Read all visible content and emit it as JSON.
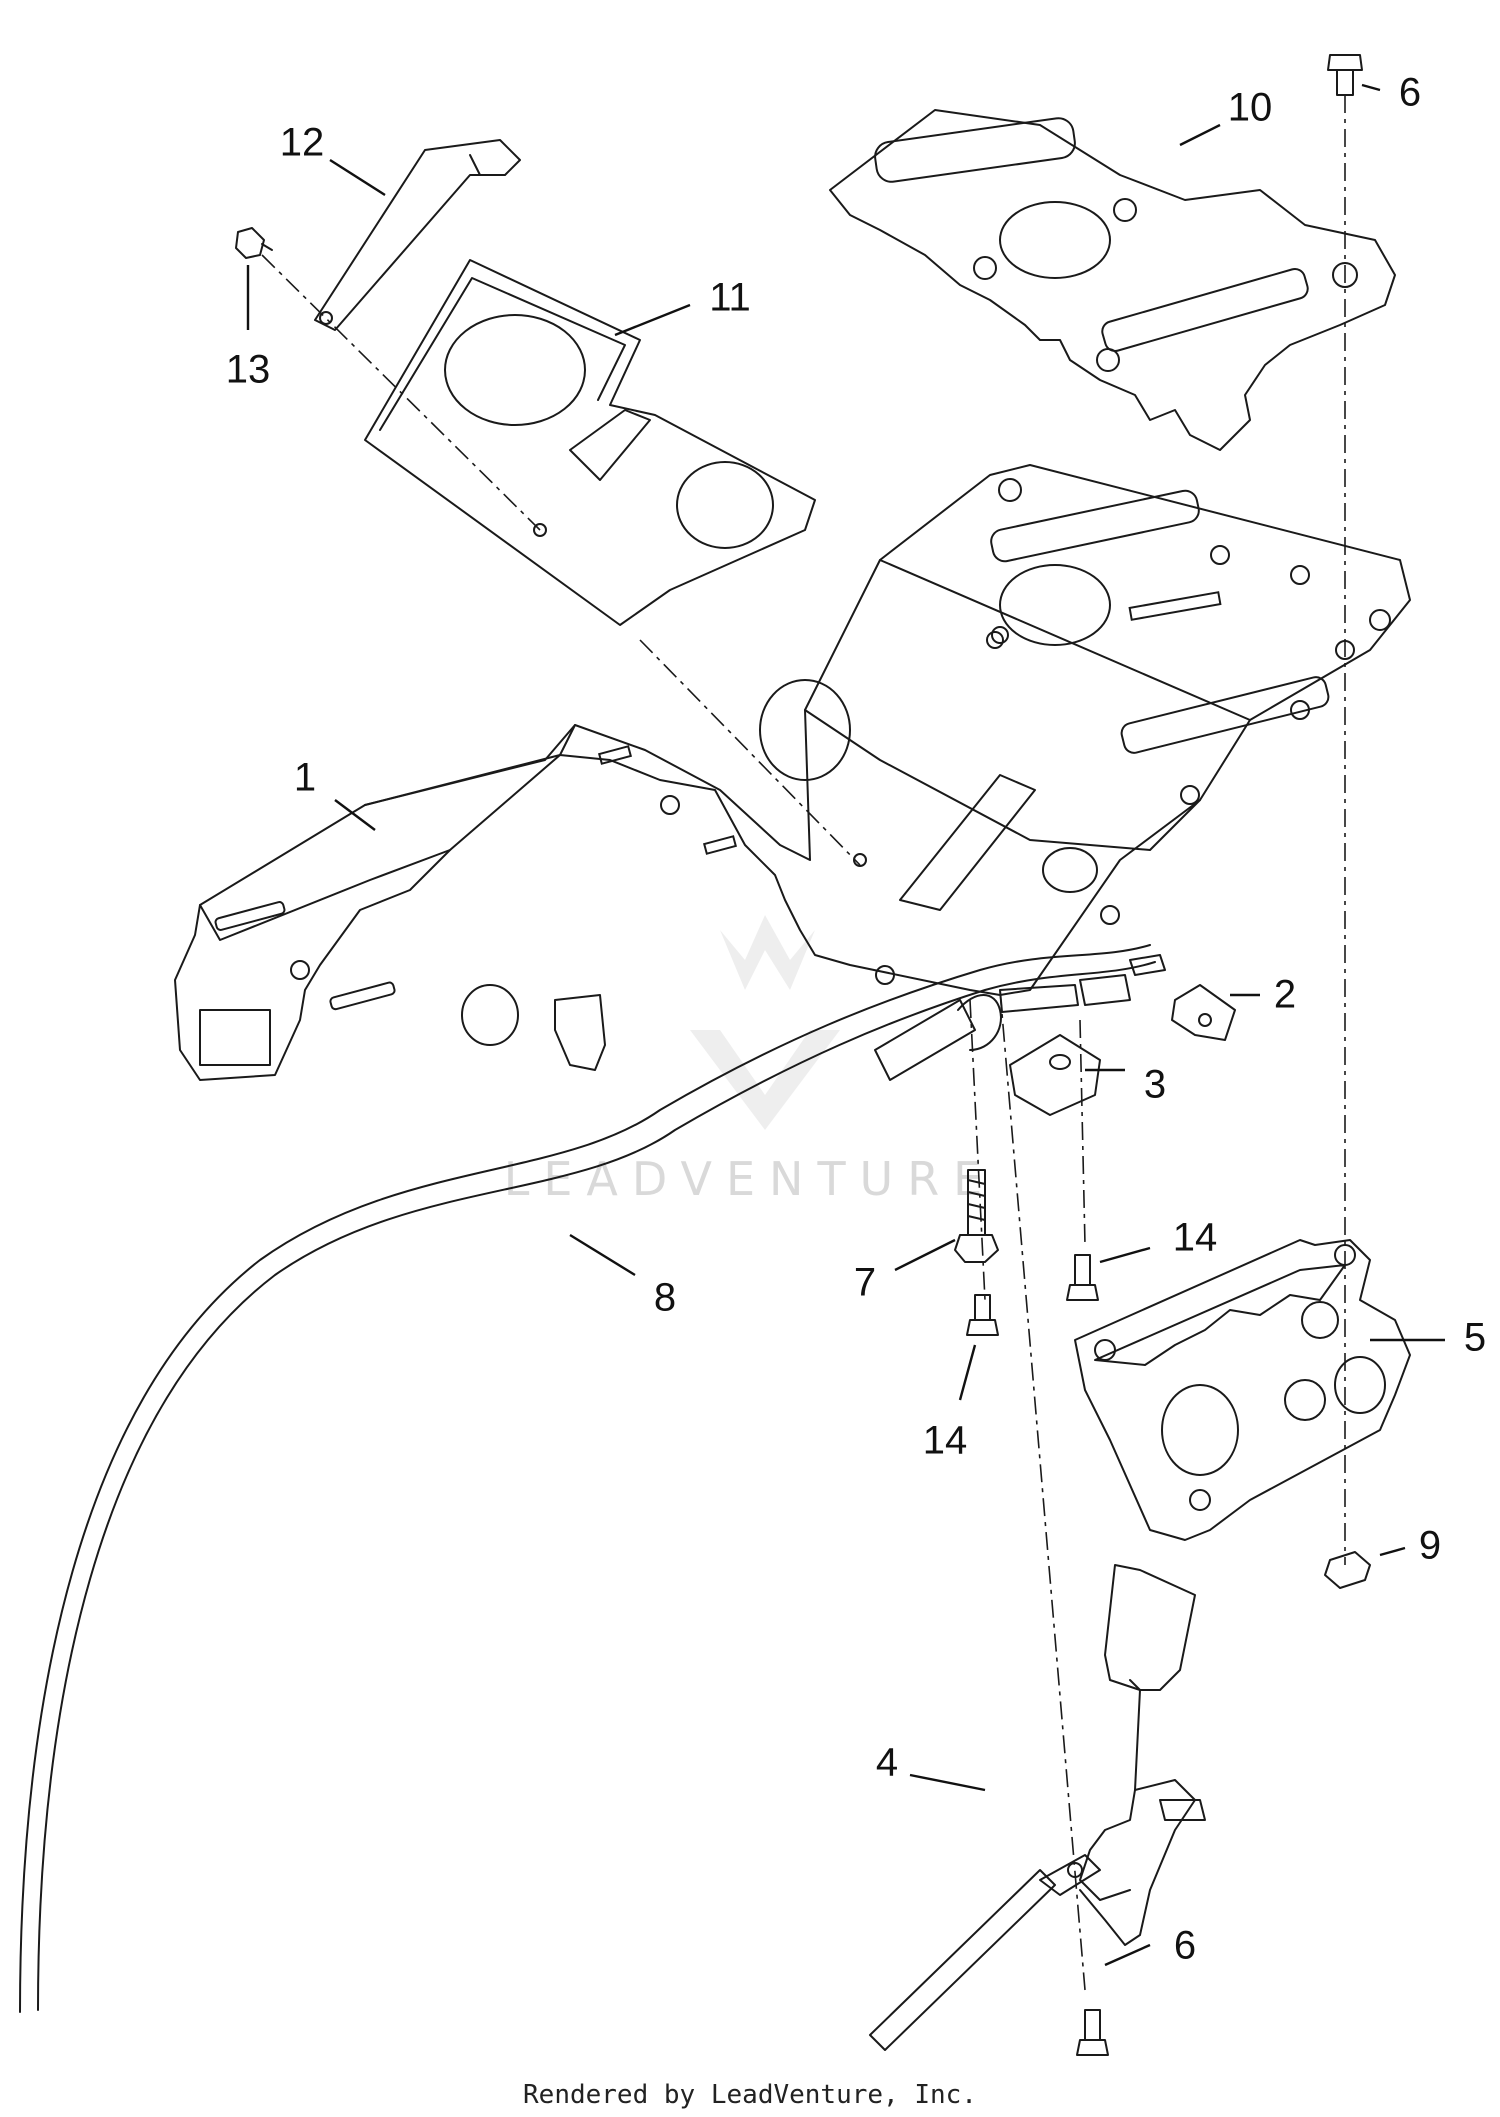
{
  "callouts": [
    {
      "label": "1"
    },
    {
      "label": "2"
    },
    {
      "label": "3"
    },
    {
      "label": "4"
    },
    {
      "label": "5"
    },
    {
      "label": "6"
    },
    {
      "label": "6"
    },
    {
      "label": "7"
    },
    {
      "label": "8"
    },
    {
      "label": "9"
    },
    {
      "label": "10"
    },
    {
      "label": "11"
    },
    {
      "label": "12"
    },
    {
      "label": "13"
    },
    {
      "label": "14"
    },
    {
      "label": "14"
    }
  ],
  "watermark": "LEADVENTURE",
  "footer": "Rendered by LeadVenture, Inc."
}
